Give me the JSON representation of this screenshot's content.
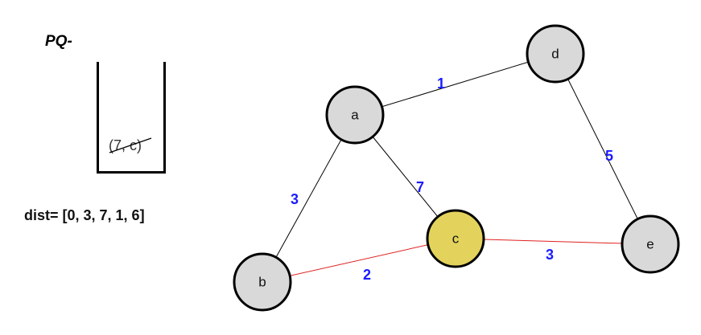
{
  "priority_queue": {
    "title": "PQ-",
    "entries": [
      {
        "text": "(7, c)",
        "crossed_out": true
      }
    ]
  },
  "dist_text": "dist= [0, 3, 7, 1, 6]",
  "colors": {
    "node_fill": "#d9d9d9",
    "node_highlight": "#e3d35c",
    "edge_default": "#000000",
    "edge_highlight": "#e02020",
    "weight_text": "#1a1aff"
  },
  "graph": {
    "nodes": [
      {
        "id": "a",
        "label": "a",
        "highlighted": false
      },
      {
        "id": "b",
        "label": "b",
        "highlighted": false
      },
      {
        "id": "c",
        "label": "c",
        "highlighted": true
      },
      {
        "id": "d",
        "label": "d",
        "highlighted": false
      },
      {
        "id": "e",
        "label": "e",
        "highlighted": false
      }
    ],
    "edges": [
      {
        "from": "a",
        "to": "d",
        "weight": "1",
        "highlighted": false
      },
      {
        "from": "a",
        "to": "b",
        "weight": "3",
        "highlighted": false
      },
      {
        "from": "a",
        "to": "c",
        "weight": "7",
        "highlighted": false
      },
      {
        "from": "d",
        "to": "e",
        "weight": "5",
        "highlighted": false
      },
      {
        "from": "b",
        "to": "c",
        "weight": "2",
        "highlighted": true
      },
      {
        "from": "c",
        "to": "e",
        "weight": "3",
        "highlighted": true
      }
    ]
  }
}
